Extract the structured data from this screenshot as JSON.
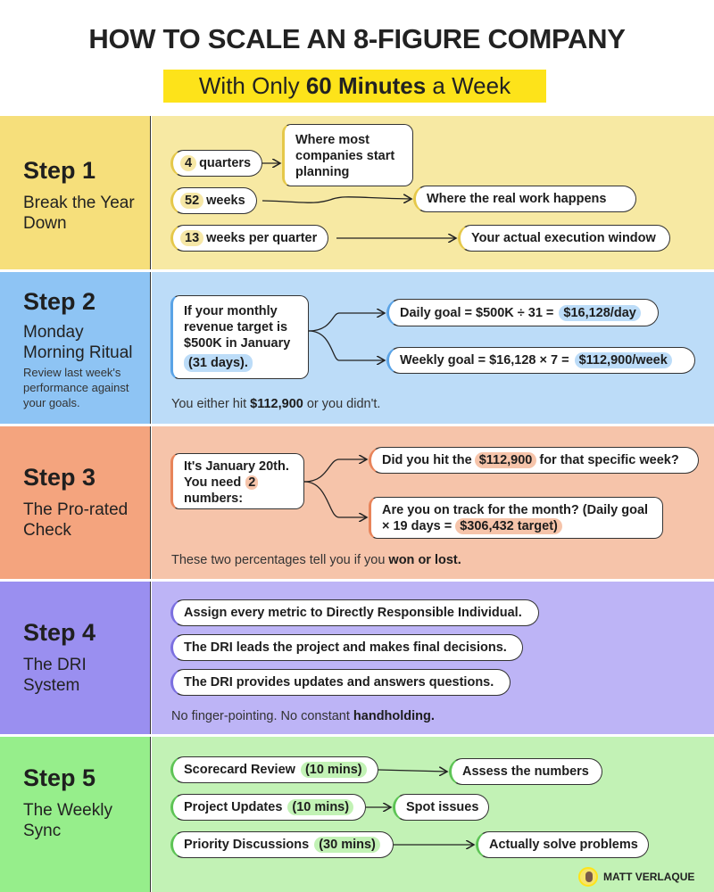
{
  "header": {
    "title": "HOW TO SCALE AN 8-FIGURE COMPANY",
    "subtitle_pre": "With Only ",
    "subtitle_bold": "60 Minutes",
    "subtitle_post": " a Week"
  },
  "colors": {
    "step1": [
      "#f6df7b",
      "#f7e9a3"
    ],
    "step2": [
      "#8ec4f4",
      "#bcdcf8"
    ],
    "step3": [
      "#f4a47e",
      "#f6c4aa"
    ],
    "step4": [
      "#9a8ff0",
      "#bdb4f6"
    ],
    "step5": [
      "#96ee8b",
      "#c2f2b5"
    ],
    "highlight": "#fde31a"
  },
  "step1": {
    "step": "Step 1",
    "title": "Break the Year Down",
    "items": [
      {
        "num": "4",
        "label": "quarters",
        "target": "Where most companies start planning"
      },
      {
        "num": "52",
        "label": "weeks",
        "target": "Where the real work happens"
      },
      {
        "num": "13",
        "label": "weeks per quarter",
        "target": "Your actual execution window"
      }
    ]
  },
  "step2": {
    "step": "Step 2",
    "title": "Monday Morning Ritual",
    "desc": "Review last week's performance against your goals.",
    "source": "If your monthly revenue target is $500K in January",
    "source_hl": "(31 days).",
    "daily": "Daily goal = $500K ÷ 31 =",
    "daily_hl": "$16,128/day",
    "weekly": "Weekly goal = $16,128 × 7 =",
    "weekly_hl": "$112,900/week",
    "note_pre": "You either hit ",
    "note_bold": "$112,900",
    "note_post": " or you didn't."
  },
  "step3": {
    "step": "Step 3",
    "title": "The Pro-rated Check",
    "source_pre": "It's January 20th. You need",
    "source_hl": "2",
    "source_post": "numbers:",
    "q1_pre": "Did you hit the",
    "q1_hl": "$112,900",
    "q1_post": "for that specific week?",
    "q2_pre": "Are you on track for the month? (Daily goal × 19 days =",
    "q2_hl": "$306,432 target)",
    "note_pre": "These two percentages tell you if you ",
    "note_bold": "won or lost."
  },
  "step4": {
    "step": "Step 4",
    "title": "The DRI System",
    "items": [
      "Assign every metric to Directly Responsible Individual.",
      "The DRI leads the project and makes final decisions.",
      "The DRI provides updates and answers questions."
    ],
    "note_pre": "No finger-pointing. No constant ",
    "note_bold": "handholding."
  },
  "step5": {
    "step": "Step 5",
    "title": "The Weekly Sync",
    "items": [
      {
        "label": "Scorecard Review",
        "time": "(10 mins)",
        "target": "Assess the numbers"
      },
      {
        "label": "Project Updates",
        "time": "(10 mins)",
        "target": "Spot issues"
      },
      {
        "label": "Priority Discussions",
        "time": "(30 mins)",
        "target": "Actually solve problems"
      }
    ]
  },
  "footer": {
    "author": "MATT VERLAQUE"
  }
}
